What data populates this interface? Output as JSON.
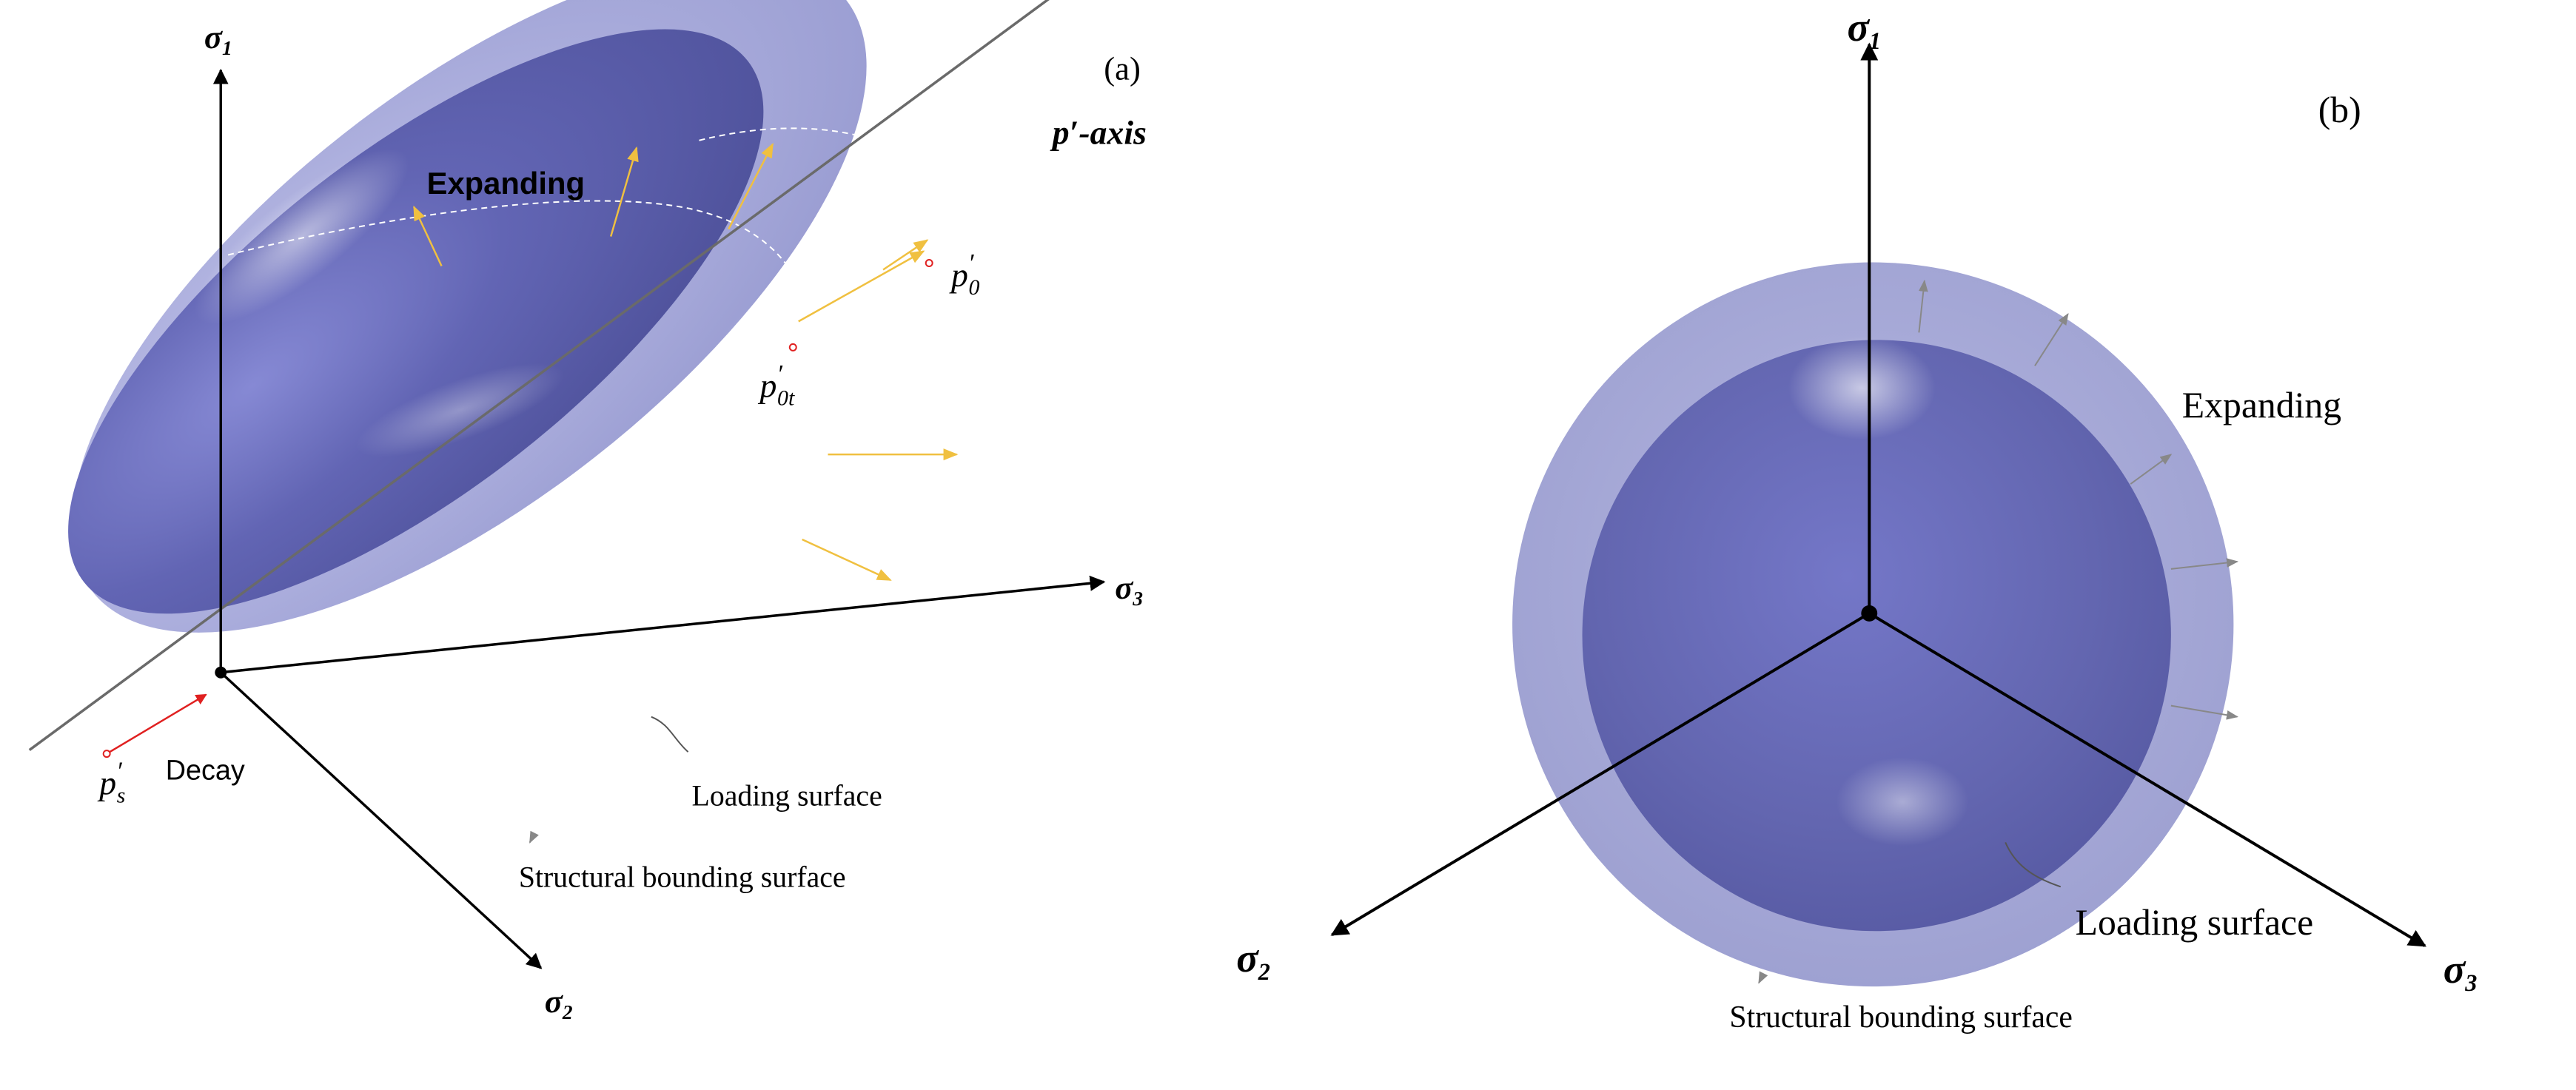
{
  "panel_a": {
    "tag": "(a)",
    "axes": {
      "sigma1": "σ",
      "sigma1_sub": "1",
      "sigma2": "σ",
      "sigma2_sub": "2",
      "sigma3": "σ",
      "sigma3_sub": "3"
    },
    "p_axis_label": "p′-axis",
    "expanding": "Expanding",
    "decay": "Decay",
    "p0_main": "p",
    "p0_prime": "′",
    "p0_sub": "0",
    "p0t_main": "p",
    "p0t_prime": "′",
    "p0t_sub": "0t",
    "ps_main": "p",
    "ps_prime": "′",
    "ps_sub": "s",
    "loading_surface": "Loading surface",
    "bounding_surface": "Structural bounding surface"
  },
  "panel_b": {
    "tag": "(b)",
    "axes": {
      "sigma1": "σ",
      "sigma1_sub": "1",
      "sigma2": "σ",
      "sigma2_sub": "2",
      "sigma3": "σ",
      "sigma3_sub": "3"
    },
    "expanding": "Expanding",
    "loading_surface": "Loading surface",
    "bounding_surface": "Structural bounding surface"
  },
  "colors": {
    "outer_surface": "#a3a6d6",
    "inner_surface": "#5c5fa6",
    "arrow_yellow": "#f0c040",
    "arrow_gray": "#888888",
    "decay_arrow": "#e02020"
  }
}
